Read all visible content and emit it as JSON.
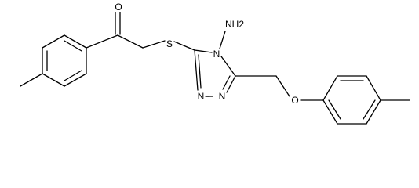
{
  "molecule": {
    "labels": {
      "carbonyl_oxygen": "O",
      "thioether_sulfur": "S",
      "amino_group": "NH2",
      "ring_nitrogen_4": "N",
      "ring_nitrogen_1": "N",
      "ring_nitrogen_2": "N",
      "ether_oxygen": "O"
    }
  }
}
